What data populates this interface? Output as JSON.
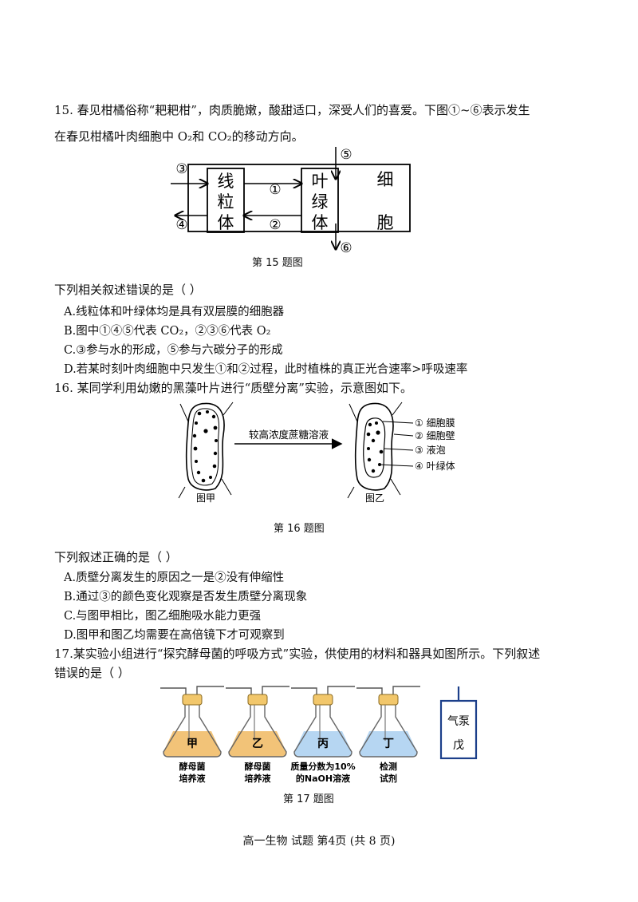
{
  "q15": {
    "stem_line1": "15. 春见柑橘俗称“耙耙柑”，肉质脆嫩，酸甜适口，深受人们的喜爱。下图①~⑥表示发生",
    "stem_line2": "在春见柑橘叶肉细胞中 O₂和 CO₂的移动方向。",
    "figure": {
      "mito": [
        "线",
        "粒",
        "体"
      ],
      "chloro": [
        "叶",
        "绿",
        "体"
      ],
      "cell": [
        "细",
        "胞"
      ],
      "markers": [
        "①",
        "②",
        "③",
        "④",
        "⑤",
        "⑥"
      ]
    },
    "caption": "第 15 题图",
    "prompt": "下列相关叙述错误的是（    ）",
    "options": [
      "A.线粒体和叶绿体均是具有双层膜的细胞器",
      "B.图中①④⑤代表 CO₂，②③⑥代表 O₂",
      "C.③参与水的形成，⑤参与六碳分子的形成",
      "D.若某时刻叶肉细胞中只发生①和②过程，此时植株的真正光合速率>呼吸速率"
    ]
  },
  "q16": {
    "stem": "16. 某同学利用幼嫩的黑藻叶片进行“质壁分离”实验，示意图如下。",
    "figure": {
      "arrow_label": "较高浓度蔗糖溶液",
      "label_jia": "图甲",
      "label_yi": "图乙",
      "parts": [
        "① 细胞膜",
        "② 细胞壁",
        "③ 液泡",
        "④ 叶绿体"
      ]
    },
    "caption": "第 16 题图",
    "prompt": "下列叙述正确的是（    ）",
    "options": [
      "A.质壁分离发生的原因之一是②没有伸缩性",
      "B.通过③的颜色变化观察是否发生质壁分离现象",
      "C.与图甲相比，图乙细胞吸水能力更强",
      "D.图甲和图乙均需要在高倍镜下才可观察到"
    ]
  },
  "q17": {
    "stem_line1": "17.某实验小组进行“探究酵母菌的呼吸方式”实验，供使用的材料和器具如图所示。下列叙述",
    "stem_line2": "错误的是（    ）",
    "figure": {
      "flasks": [
        {
          "mark": "甲",
          "label1": "酵母菌",
          "label2": "培养液",
          "color": "#f0b860"
        },
        {
          "mark": "乙",
          "label1": "酵母菌",
          "label2": "培养液",
          "color": "#f0b860"
        },
        {
          "mark": "丙",
          "label1": "质量分数为10%",
          "label2": "的NaOH溶液",
          "color": "#a9cff0"
        },
        {
          "mark": "丁",
          "label1": "检测",
          "label2": "试剂",
          "color": "#a9cff0"
        }
      ],
      "pump": [
        "气泵",
        "戊"
      ]
    },
    "caption": "第 17 题图"
  },
  "footer": "高一生物  试题  第4页  (共 8 页)"
}
